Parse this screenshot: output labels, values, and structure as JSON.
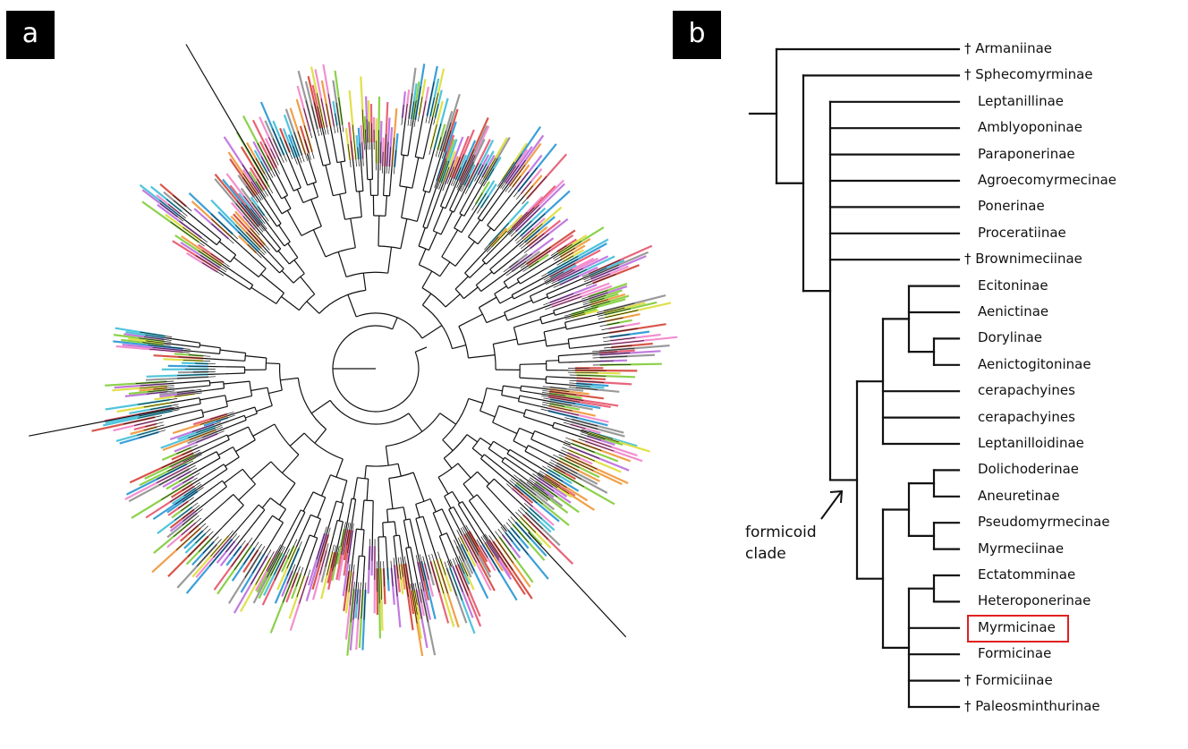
{
  "panels": {
    "a": "a",
    "b": "b"
  },
  "annotation": {
    "line1": "formicoid",
    "line2": "clade"
  },
  "highlight": {
    "taxon": "Myrmicinae",
    "color": "#e02020"
  },
  "taxa": [
    "† Armaniinae",
    "† Sphecomyrminae",
    "Leptanillinae",
    "Amblyoponinae",
    "Paraponerinae",
    "Agroecomyrmecinae",
    "Ponerinae",
    "Proceratiinae",
    "† Brownimeciinae",
    "Ecitoninae",
    "Aenictinae",
    "Dorylinae",
    "Aenictogitoninae",
    "cerapachyines",
    "cerapachyines",
    "Leptanilloidinae",
    "Dolichoderinae",
    "Aneuretinae",
    "Pseudomyrmecinae",
    "Myrmeciinae",
    "Ectatomminae",
    "Heteroponerinae",
    "Myrmicinae",
    "Formicinae",
    "† Formiciinae",
    "† Paleosminthurinae"
  ],
  "tip_colors": [
    "#e8657a",
    "#8bd14a",
    "#c27ae0",
    "#4fc4dc",
    "#f0a04a",
    "#e0e04a",
    "#3aa0d8",
    "#f28fcf",
    "#d8554a",
    "#9a9a9a"
  ]
}
